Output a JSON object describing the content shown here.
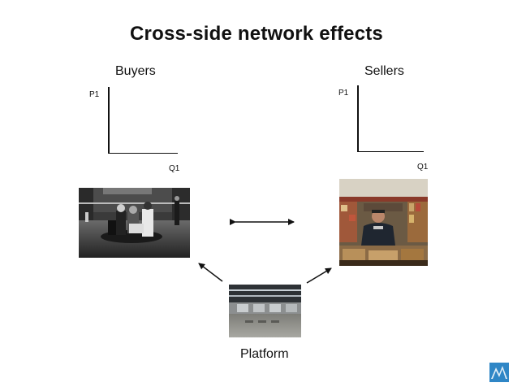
{
  "title": "Cross-side network effects",
  "buyers": {
    "label": "Buyers",
    "y_axis": "P1",
    "x_axis": "Q1",
    "photo": "buyers-mall-photo"
  },
  "sellers": {
    "label": "Sellers",
    "y_axis": "P1",
    "x_axis": "Q1",
    "photo": "seller-shop-photo"
  },
  "platform": {
    "label": "Platform",
    "photo": "platform-warehouse-photo"
  },
  "connectors": [
    "buyers-sellers-double-arrow",
    "platform-to-buyers-arrow",
    "platform-to-sellers-arrow"
  ],
  "logo": "publisher-logo-icon"
}
